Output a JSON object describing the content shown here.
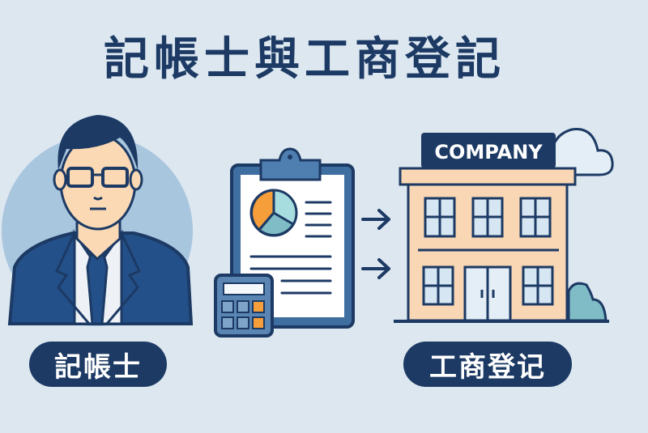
{
  "title": "記帳士與工商登記",
  "labels": {
    "accountant": "記帳士",
    "registration": "工商登记"
  },
  "building": {
    "sign": "COMPANY"
  },
  "icons": [
    "accountant-person-icon",
    "clipboard-report-icon",
    "pie-chart-icon",
    "calculator-icon",
    "arrow-right-icon",
    "company-building-icon",
    "cloud-icon",
    "bush-icon"
  ],
  "colors": {
    "background": "#dce7f0",
    "navy": "#1c3a64",
    "suit": "#24508a",
    "circle": "#a9c6df",
    "skin": "#fbd9b4",
    "building": "#f9d6b4",
    "orange": "#f59e3a",
    "teal": "#7fbcc5",
    "window": "#d6e6f2"
  }
}
